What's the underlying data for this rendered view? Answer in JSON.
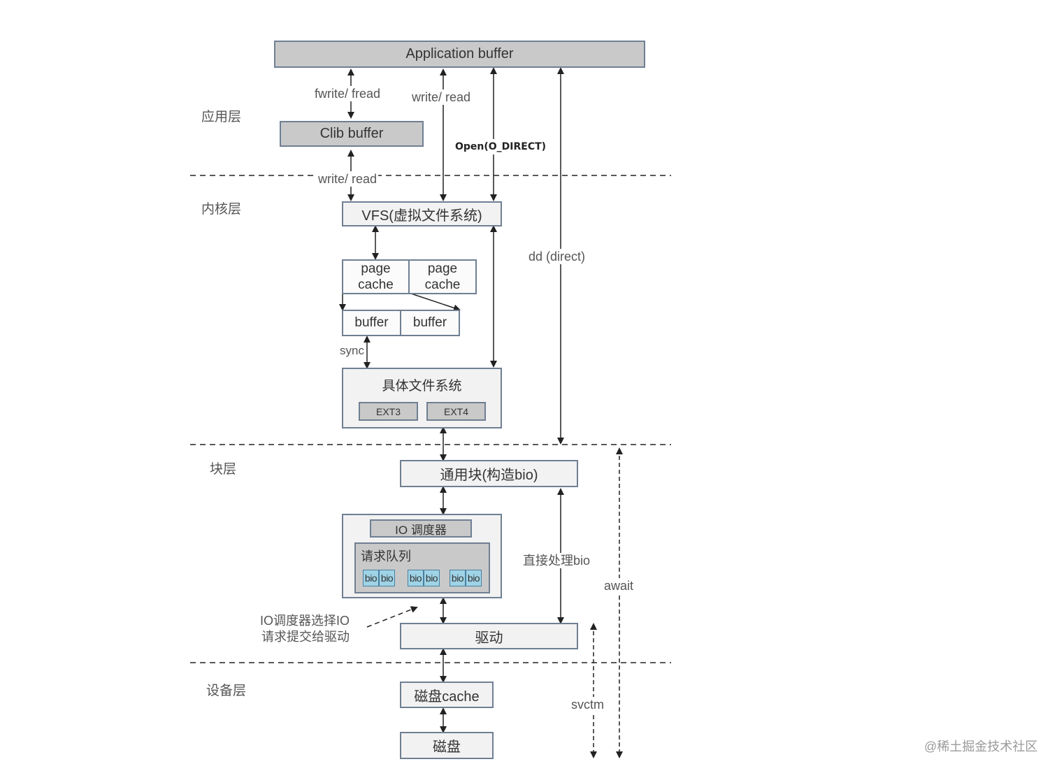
{
  "layers": {
    "app": "应用层",
    "kernel": "内核层",
    "block": "块层",
    "device": "设备层"
  },
  "boxes": {
    "app_buffer": "Application buffer",
    "clib_buffer": "Clib buffer",
    "vfs": "VFS(虚拟文件系统)",
    "page_cache_1": "page\ncache",
    "page_cache_2": "page\ncache",
    "buffer_1": "buffer",
    "buffer_2": "buffer",
    "concrete_fs": "具体文件系统",
    "ext3": "EXT3",
    "ext4": "EXT4",
    "generic_block": "通用块(构造bio)",
    "io_scheduler": "IO 调度器",
    "request_queue": "请求队列",
    "bio": "bio",
    "driver": "驱动",
    "disk_cache": "磁盘cache",
    "disk": "磁盘"
  },
  "labels": {
    "fwrite_fread": "fwrite/ fread",
    "write_read_1": "write/ read",
    "write_read_2": "write/ read",
    "open_direct": "Open(O_DIRECT)",
    "dd_direct": "dd (direct)",
    "sync": "sync",
    "direct_bio": "直接处理bio",
    "await": "await",
    "svctm": "svctm",
    "io_select_1": "IO调度器选择IO",
    "io_select_2": "请求提交给驱动"
  },
  "watermark": "@稀土掘金技术社区",
  "colors": {
    "dark_box": "#c9c9c9",
    "light_box": "#f2f2f2",
    "bio": "#9fd3e6",
    "border": "#6f7f93",
    "line": "#222222"
  }
}
